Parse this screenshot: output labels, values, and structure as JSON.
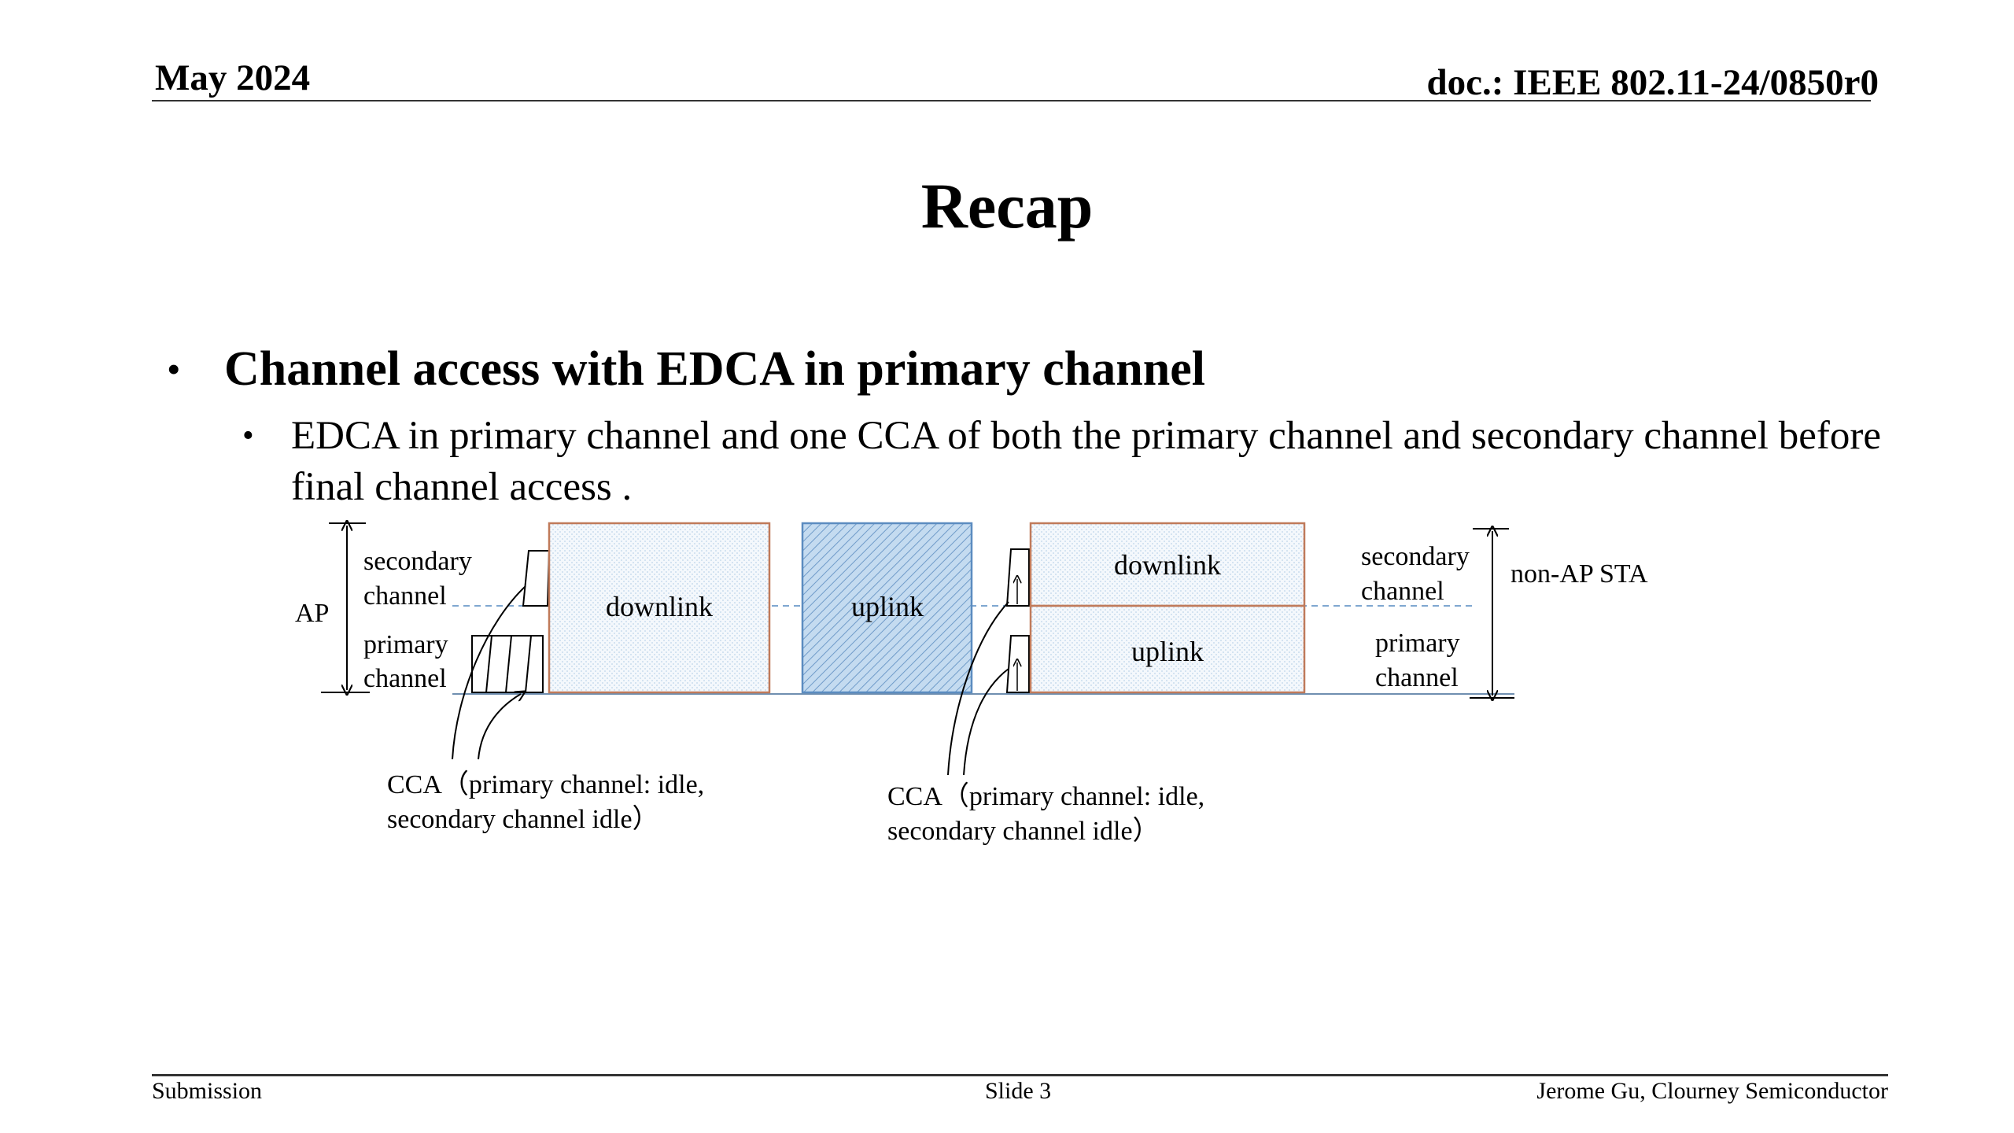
{
  "header": {
    "date": "May 2024",
    "doc": "doc.: IEEE 802.11-24/0850r0"
  },
  "slide": {
    "title": "Recap",
    "bullet1": "Channel access with EDCA in primary channel",
    "bullet2": "EDCA in primary channel and one CCA of both the primary channel and secondary channel before final channel access .",
    "bullet_glyph": "•"
  },
  "diagram": {
    "ap_label": "AP",
    "ap_secondary": [
      "secondary",
      "channel"
    ],
    "ap_primary": [
      "primary",
      "channel"
    ],
    "ap_downlink": "downlink",
    "ap_uplink": "uplink",
    "sta_downlink": "downlink",
    "sta_uplink": "uplink",
    "sta_secondary": [
      "secondary",
      "channel"
    ],
    "sta_primary": [
      "primary",
      "channel"
    ],
    "sta_label": "non-AP STA",
    "cca1": [
      "CCA（primary channel: idle,",
      "secondary channel idle）"
    ],
    "cca2": [
      "CCA（primary channel: idle,",
      "secondary channel idle）"
    ],
    "colors": {
      "box_border": "#c07a5a",
      "fill_light": "#eef5fb",
      "fill_uplink": "#a8c8e8",
      "dashed": "#7fa7d0"
    }
  },
  "footer": {
    "left": "Submission",
    "center": "Slide 3",
    "right": "Jerome Gu, Clourney Semiconductor"
  }
}
